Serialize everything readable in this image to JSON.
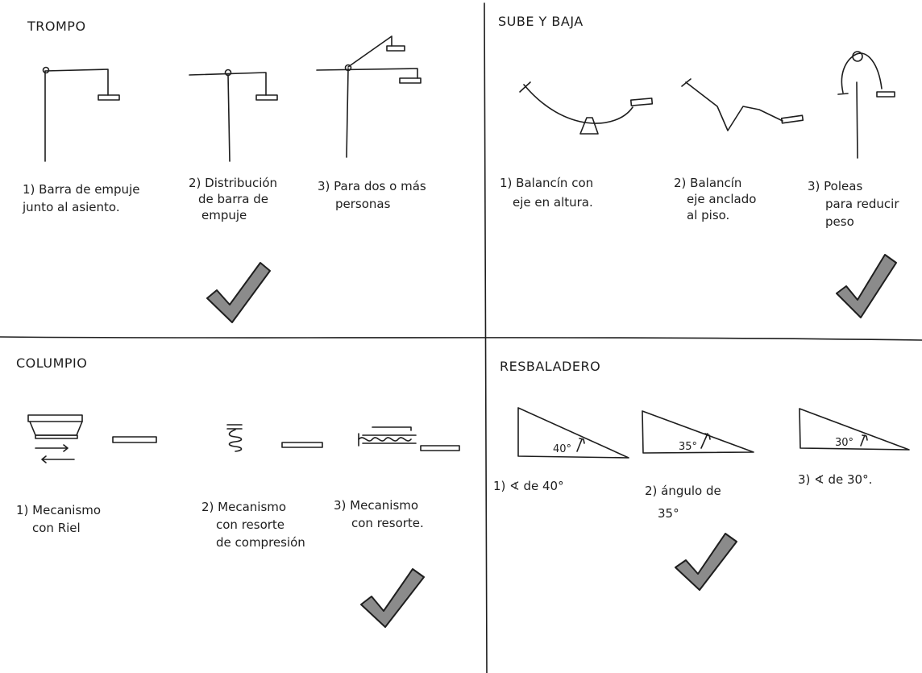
{
  "sections": {
    "trompo": {
      "title": "TROMPO",
      "options": [
        {
          "lines": [
            "1) Barra de empuje",
            "junto al asiento."
          ]
        },
        {
          "lines": [
            "2) Distribución",
            "de barra de",
            "empuje"
          ]
        },
        {
          "lines": [
            "3) Para dos o más",
            "personas"
          ]
        }
      ],
      "selected": 2
    },
    "sube_y_baja": {
      "title": "SUBE Y BAJA",
      "options": [
        {
          "lines": [
            "1) Balancín con",
            "eje en altura."
          ]
        },
        {
          "lines": [
            "2) Balancín",
            "eje anclado",
            "al piso."
          ]
        },
        {
          "lines": [
            "3) Poleas",
            "para reducir",
            "peso"
          ]
        }
      ],
      "selected": 3
    },
    "columpio": {
      "title": "COLUMPIO",
      "options": [
        {
          "lines": [
            "1) Mecanismo",
            "con Riel"
          ]
        },
        {
          "lines": [
            "2) Mecanismo",
            "con resorte",
            "de compresión"
          ]
        },
        {
          "lines": [
            "3) Mecanismo",
            "con resorte."
          ]
        }
      ],
      "selected": 3
    },
    "resbaladero": {
      "title": "RESBALADERO",
      "angles": [
        "40°",
        "35°",
        "30°"
      ],
      "options": [
        {
          "lines": [
            "1) ∢ de 40°"
          ]
        },
        {
          "lines": [
            "2) ángulo de",
            "35°"
          ]
        },
        {
          "lines": [
            "3) ∢ de 30°."
          ]
        }
      ],
      "selected": 2
    }
  }
}
